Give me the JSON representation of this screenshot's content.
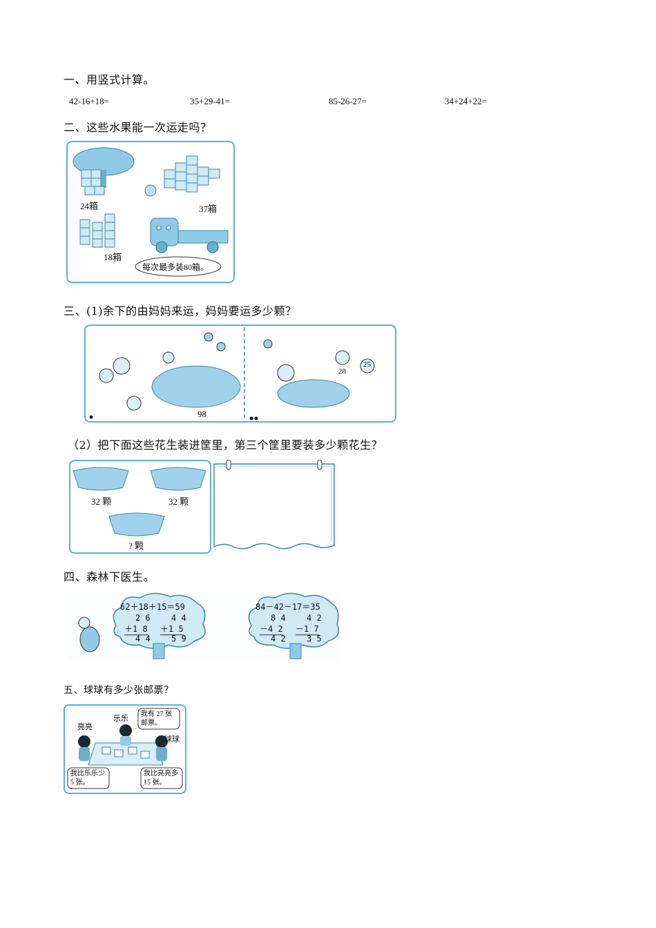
{
  "q1": {
    "title": "一、用竖式计算。",
    "items": [
      "42-16+18=",
      "35+29-41=",
      "85-26-27=",
      "34+24+22="
    ]
  },
  "q2": {
    "title": "二、这些水果能一次运走吗？",
    "labels": {
      "a": "24箱",
      "b": "37箱",
      "c": "18箱",
      "bubble": "每次最多装80箱。"
    }
  },
  "q3": {
    "title": "三、(1)余下的由妈妈来运，妈妈要运多少颗？",
    "pile_label": "98",
    "mouse1": "28",
    "mouse2": "25",
    "sub_title": "（2）把下面这些花生装进筐里，第三个筐里要装多少颗花生？",
    "basket1": "32 颗",
    "basket2": "32 颗",
    "basket3": "? 颗"
  },
  "q4": {
    "title": "四、森林下医生。",
    "tree1": {
      "eq": "62＋18＋15＝59",
      "r1": [
        "2 6",
        "4 4"
      ],
      "r2": [
        "＋1 8",
        "＋1 5"
      ],
      "r3": [
        "4 4",
        "5 9"
      ]
    },
    "tree2": {
      "eq": "84－42－17＝35",
      "r1": [
        "8 4",
        "4 2"
      ],
      "r2": [
        "－4 2",
        "－1 7"
      ],
      "r3": [
        "4 2",
        "3 5"
      ]
    }
  },
  "q5": {
    "title": "五、球球有多少张邮票？",
    "name_liang": "亮亮",
    "name_lele": "乐乐",
    "name_qiuqiu": "球球",
    "bubble_lele": "我有 27 张邮票。",
    "bubble_liang": "我比乐乐少 5 张。",
    "bubble_qiu": "我比亮亮多 15 张。"
  }
}
